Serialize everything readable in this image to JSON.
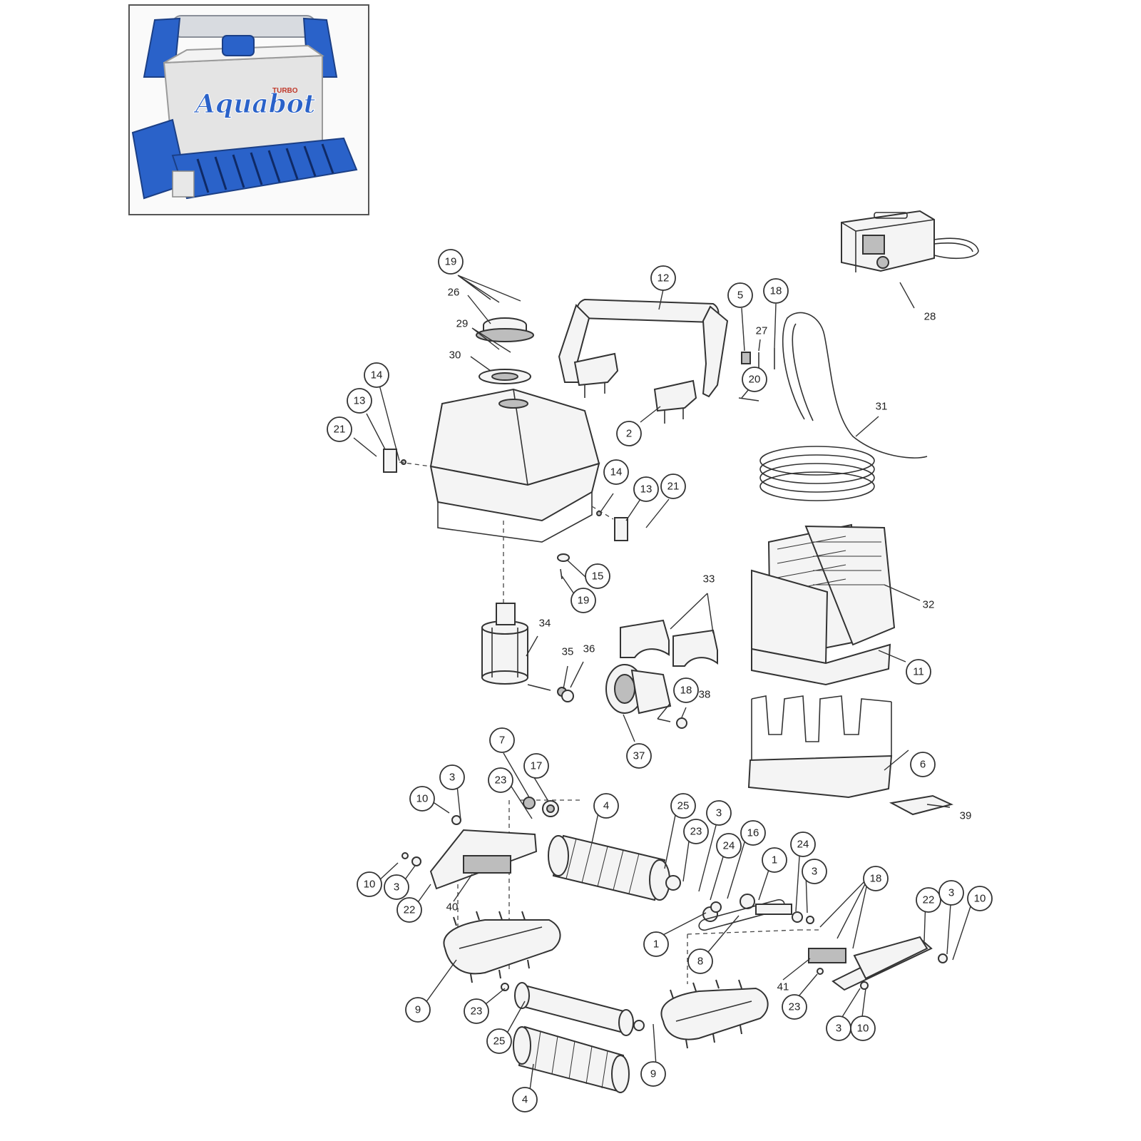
{
  "product_photo": {
    "logo_text": "Aquabot",
    "logo_sub": "TURBO",
    "colors": {
      "blue": "#2a62c9",
      "body_grey": "#e4e4e4",
      "handle_grey": "#d8dbe0"
    }
  },
  "callouts": [
    {
      "id": "c-19-top",
      "label": "19"
    },
    {
      "id": "c-26",
      "label": "26"
    },
    {
      "id": "c-29",
      "label": "29"
    },
    {
      "id": "c-30",
      "label": "30"
    },
    {
      "id": "c-12",
      "label": "12"
    },
    {
      "id": "c-5",
      "label": "5"
    },
    {
      "id": "c-18-top",
      "label": "18"
    },
    {
      "id": "c-27",
      "label": "27"
    },
    {
      "id": "c-20",
      "label": "20"
    },
    {
      "id": "c-2",
      "label": "2"
    },
    {
      "id": "c-28",
      "label": "28"
    },
    {
      "id": "c-31",
      "label": "31"
    },
    {
      "id": "c-14-left",
      "label": "14"
    },
    {
      "id": "c-13-left",
      "label": "13"
    },
    {
      "id": "c-21-left",
      "label": "21"
    },
    {
      "id": "c-14-right",
      "label": "14"
    },
    {
      "id": "c-13-right",
      "label": "13"
    },
    {
      "id": "c-21-right",
      "label": "21"
    },
    {
      "id": "c-15",
      "label": "15"
    },
    {
      "id": "c-19-mid",
      "label": "19"
    },
    {
      "id": "c-33",
      "label": "33"
    },
    {
      "id": "c-32",
      "label": "32"
    },
    {
      "id": "c-34",
      "label": "34"
    },
    {
      "id": "c-35",
      "label": "35"
    },
    {
      "id": "c-36",
      "label": "36"
    },
    {
      "id": "c-11",
      "label": "11"
    },
    {
      "id": "c-18-mid",
      "label": "18"
    },
    {
      "id": "c-38",
      "label": "38"
    },
    {
      "id": "c-37",
      "label": "37"
    },
    {
      "id": "c-6",
      "label": "6"
    },
    {
      "id": "c-39",
      "label": "39"
    },
    {
      "id": "c-7",
      "label": "7"
    },
    {
      "id": "c-17",
      "label": "17"
    },
    {
      "id": "c-23-a",
      "label": "23"
    },
    {
      "id": "c-3-a",
      "label": "3"
    },
    {
      "id": "c-10-a",
      "label": "10"
    },
    {
      "id": "c-4-top",
      "label": "4"
    },
    {
      "id": "c-25-a",
      "label": "25"
    },
    {
      "id": "c-3-b",
      "label": "3"
    },
    {
      "id": "c-23-b",
      "label": "23"
    },
    {
      "id": "c-24-a",
      "label": "24"
    },
    {
      "id": "c-16",
      "label": "16"
    },
    {
      "id": "c-1-a",
      "label": "1"
    },
    {
      "id": "c-24-b",
      "label": "24"
    },
    {
      "id": "c-3-c",
      "label": "3"
    },
    {
      "id": "c-18-bot",
      "label": "18"
    },
    {
      "id": "c-22-right",
      "label": "22"
    },
    {
      "id": "c-3-d",
      "label": "3"
    },
    {
      "id": "c-10-b",
      "label": "10"
    },
    {
      "id": "c-10-c",
      "label": "10"
    },
    {
      "id": "c-3-e",
      "label": "3"
    },
    {
      "id": "c-22-left",
      "label": "22"
    },
    {
      "id": "c-40",
      "label": "40"
    },
    {
      "id": "c-1-b",
      "label": "1"
    },
    {
      "id": "c-8",
      "label": "8"
    },
    {
      "id": "c-41",
      "label": "41"
    },
    {
      "id": "c-23-c",
      "label": "23"
    },
    {
      "id": "c-3-f",
      "label": "3"
    },
    {
      "id": "c-10-d",
      "label": "10"
    },
    {
      "id": "c-9-left",
      "label": "9"
    },
    {
      "id": "c-23-d",
      "label": "23"
    },
    {
      "id": "c-25-b",
      "label": "25"
    },
    {
      "id": "c-9-right",
      "label": "9"
    },
    {
      "id": "c-4-bot",
      "label": "4"
    }
  ]
}
